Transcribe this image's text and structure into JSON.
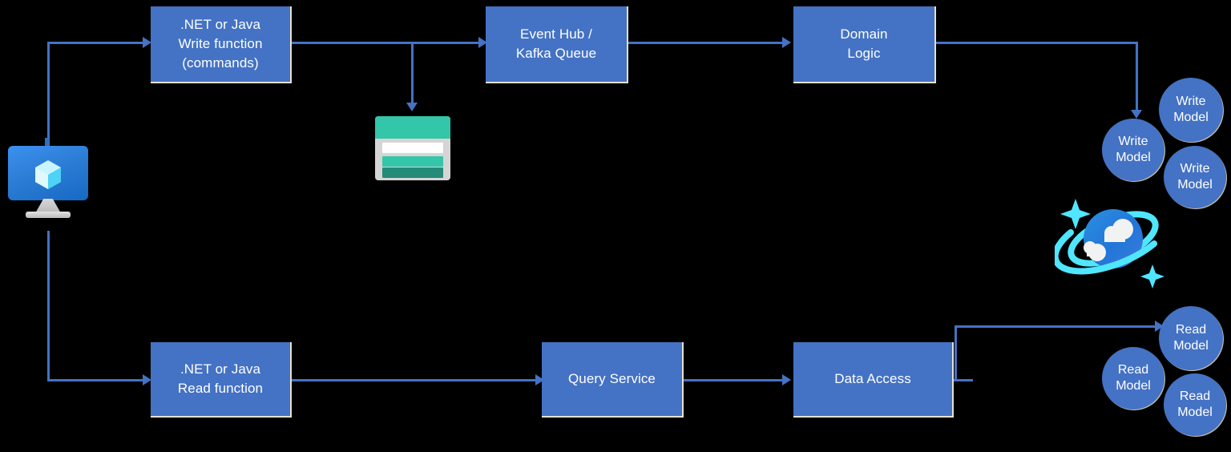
{
  "diagram": {
    "title": "CQRS data flow with Azure Functions and Cosmos DB",
    "background_color": "#000000",
    "accent_color": "#4472C4",
    "node_text_color": "#FFFFFF",
    "table_icon_color": "#34C6A8",
    "cosmos_ring_color": "#50E6FF"
  },
  "icons": {
    "client": {
      "name": "azure-client-workstation-icon",
      "label": ""
    },
    "table_storage": {
      "name": "azure-table-storage-icon",
      "label": ""
    },
    "cosmos_db": {
      "name": "azure-cosmos-db-icon",
      "label": ""
    }
  },
  "nodes": [
    {
      "id": "write-function",
      "label": ".NET or Java\nWrite function\n(commands)"
    },
    {
      "id": "event-hub",
      "label": "Event Hub /\nKafka Queue"
    },
    {
      "id": "domain-logic",
      "label": "Domain\nLogic"
    },
    {
      "id": "read-function",
      "label": ".NET or Java\nRead function"
    },
    {
      "id": "query-service",
      "label": "Query Service"
    },
    {
      "id": "data-access",
      "label": "Data Access"
    }
  ],
  "write_models": [
    {
      "id": "write-model-1",
      "label": "Write\nModel"
    },
    {
      "id": "write-model-2",
      "label": "Write\nModel"
    },
    {
      "id": "write-model-3",
      "label": "Write\nModel"
    }
  ],
  "read_models": [
    {
      "id": "read-model-1",
      "label": "Read\nModel"
    },
    {
      "id": "read-model-2",
      "label": "Read\nModel"
    },
    {
      "id": "read-model-3",
      "label": "Read\nModel"
    }
  ]
}
